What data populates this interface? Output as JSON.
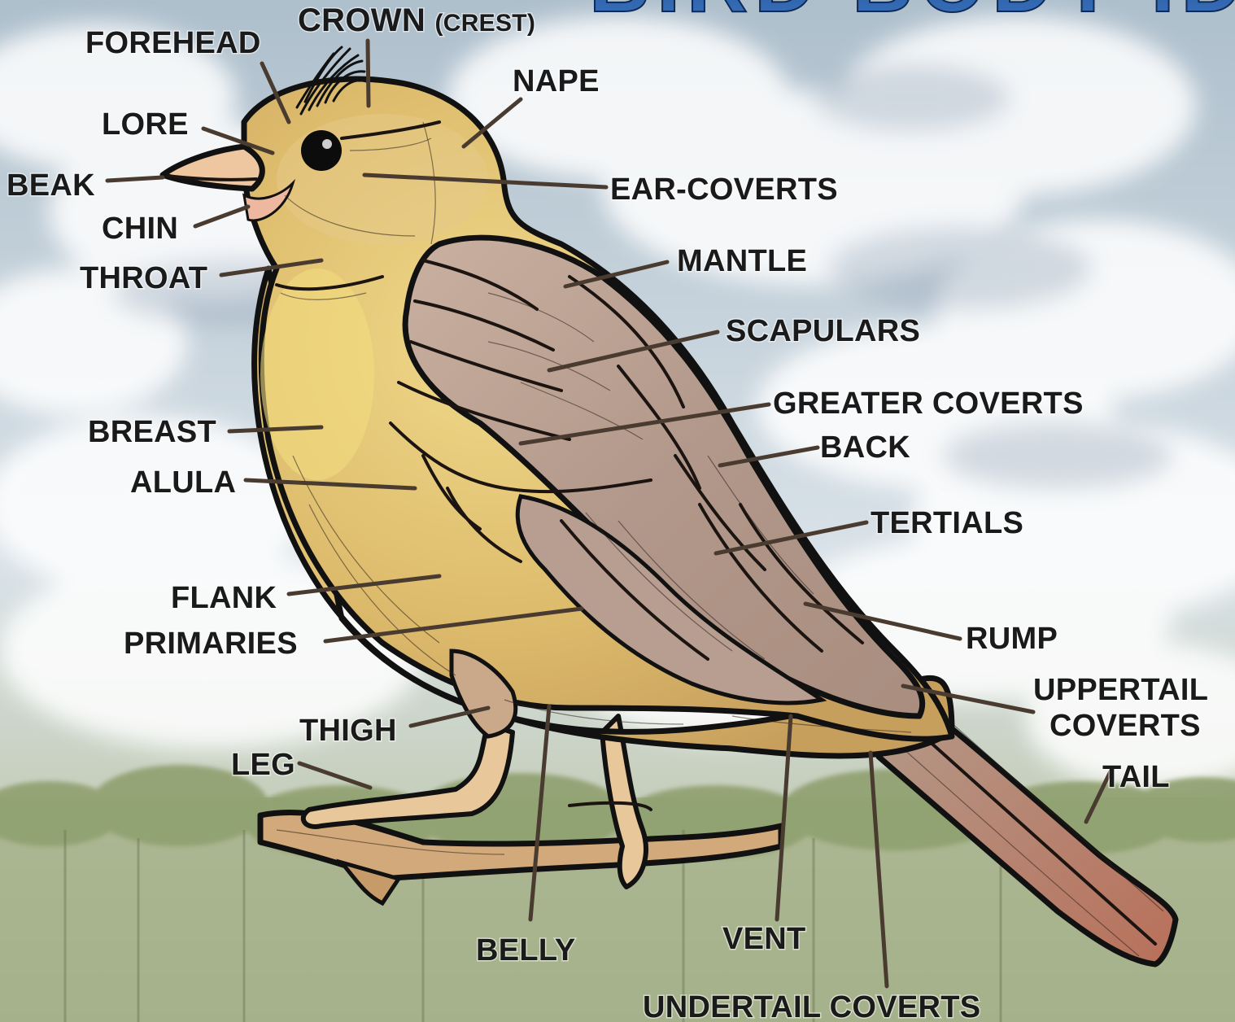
{
  "title": "BIRD BODY ID",
  "colors": {
    "sky": "#c9d6df",
    "title_blue": "#2e5fa6",
    "body_yellow": "#e4c474",
    "wing_mauve": "#b59a8c",
    "leader_brown": "#4a3b30"
  },
  "labels": {
    "crown": "CROWN",
    "crest": "(CREST)",
    "forehead": "FOREHEAD",
    "nape": "NAPE",
    "lore": "LORE",
    "beak": "BEAK",
    "ear_coverts": "EAR-COVERTS",
    "chin": "CHIN",
    "throat": "THROAT",
    "mantle": "MANTLE",
    "scapulars": "SCAPULARS",
    "greater_coverts": "GREATER COVERTS",
    "breast": "BREAST",
    "back": "BACK",
    "alula": "ALULA",
    "tertials": "TERTIALS",
    "flank": "FLANK",
    "primaries": "PRIMARIES",
    "rump": "RUMP",
    "uppertail_coverts_1": "UPPERTAIL",
    "uppertail_coverts_2": "COVERTS",
    "thigh": "THIGH",
    "tail": "TAIL",
    "leg": "LEG",
    "belly": "BELLY",
    "vent": "VENT",
    "undertail_coverts": "UNDERTAIL COVERTS"
  }
}
